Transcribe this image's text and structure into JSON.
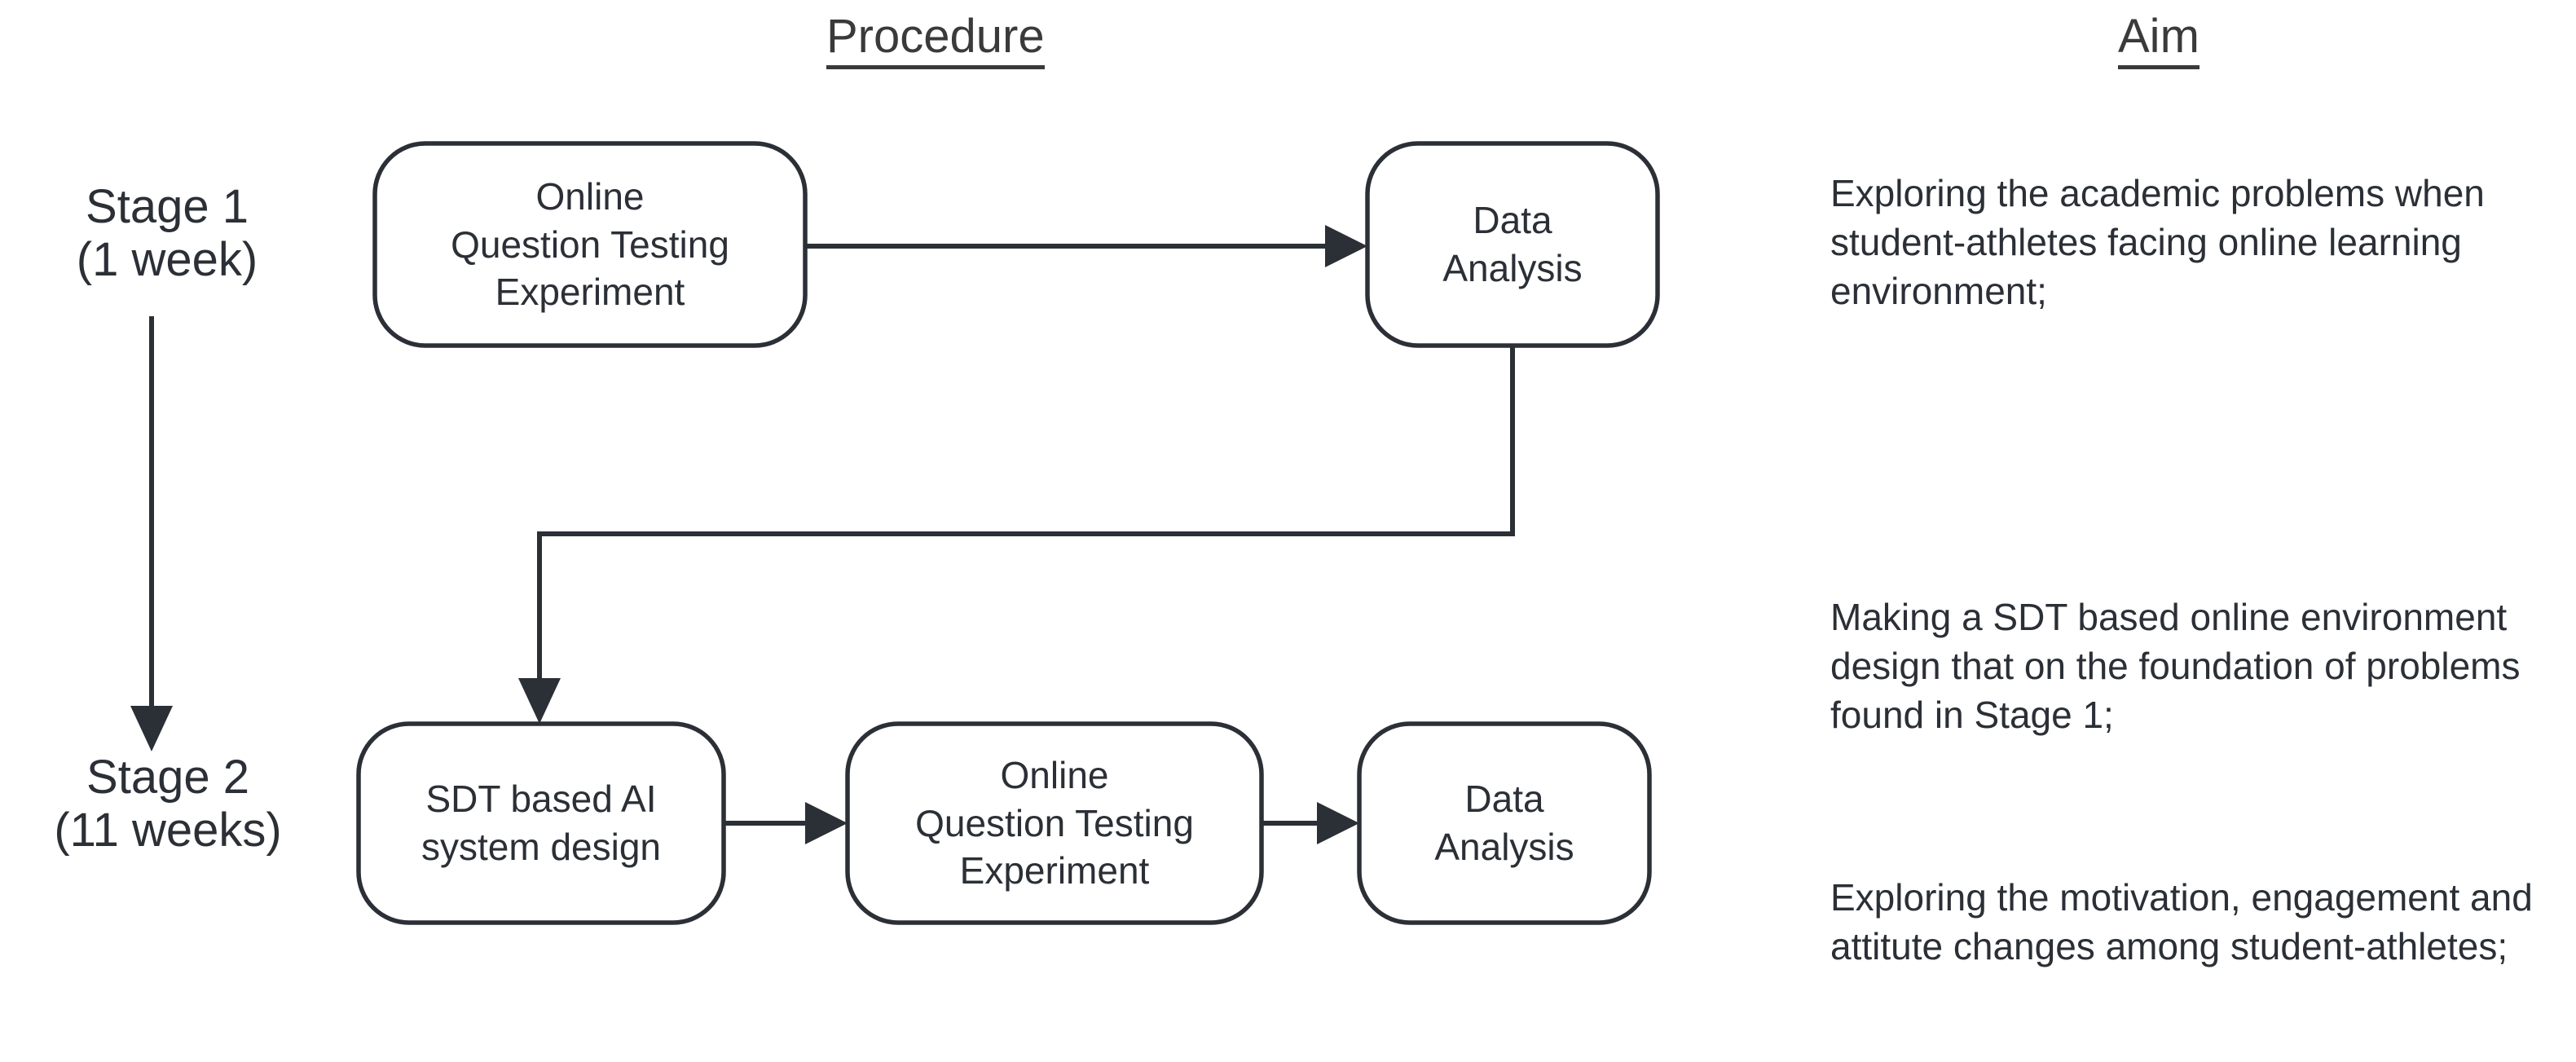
{
  "columns": {
    "procedure_heading": "Procedure",
    "aim_heading": "Aim"
  },
  "stages": [
    {
      "name": "Stage 1",
      "duration": "(1 week)"
    },
    {
      "name": "Stage 2",
      "duration": "(11 weeks)"
    }
  ],
  "nodes": {
    "s1_online_test": {
      "line1": "Online",
      "line2": "Question Testing",
      "line3": "Experiment"
    },
    "s1_data_analysis": {
      "line1": "Data",
      "line2": "Analysis"
    },
    "s2_sdt_design": {
      "line1": "SDT based AI",
      "line2": "system design"
    },
    "s2_online_test": {
      "line1": "Online",
      "line2": "Question Testing",
      "line3": "Experiment"
    },
    "s2_data_analysis": {
      "line1": "Data",
      "line2": "Analysis"
    }
  },
  "aims": [
    "Exploring the academic problems when student-athletes facing online learning environment;",
    "Making a SDT based online environment design that on the foundation of problems found in Stage 1;",
    "Exploring the motivation, engagement and attitute changes among student-athletes;"
  ],
  "colors": {
    "stroke": "#2b2f36",
    "text": "#2b2f36",
    "heading": "#3a3a3a",
    "background": "#ffffff"
  }
}
